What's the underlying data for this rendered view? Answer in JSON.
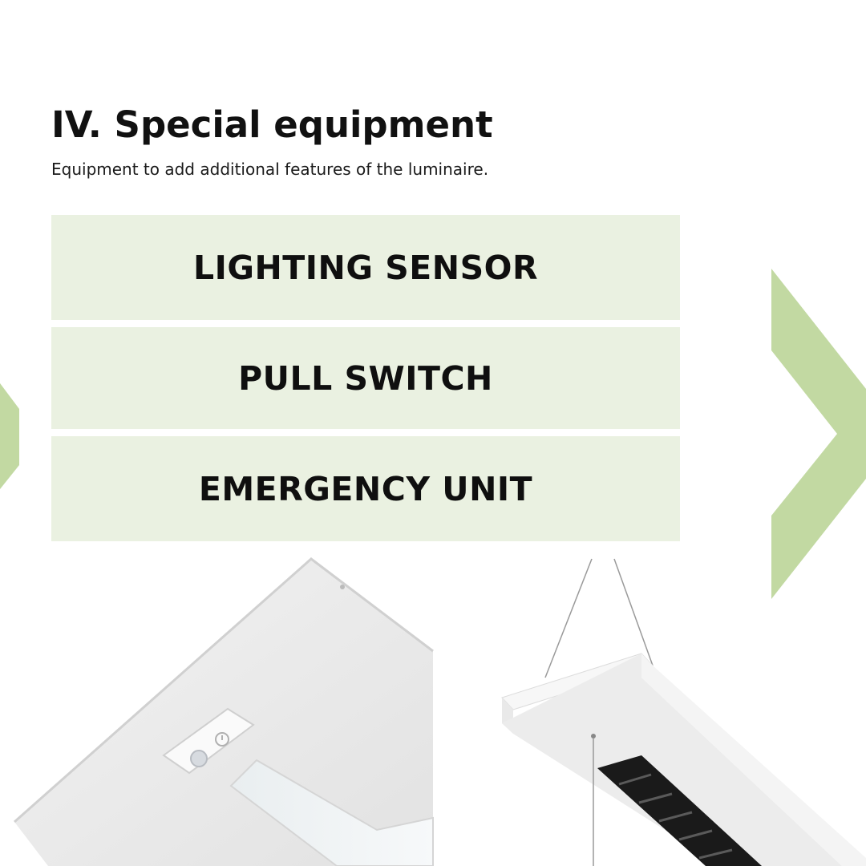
{
  "header": {
    "title": "IV. Special equipment",
    "subtitle": "Equipment to add additional features of the luminaire."
  },
  "options": [
    {
      "label": "LIGHTING SENSOR"
    },
    {
      "label": "PULL SWITCH"
    },
    {
      "label": "EMERGENCY UNIT"
    }
  ],
  "colors": {
    "accent_green": "#c2d9a2",
    "option_background": "#eaf1e1",
    "text": "#111111"
  },
  "icons": {
    "previous": "chevron-left-icon",
    "next": "chevron-right-icon"
  }
}
